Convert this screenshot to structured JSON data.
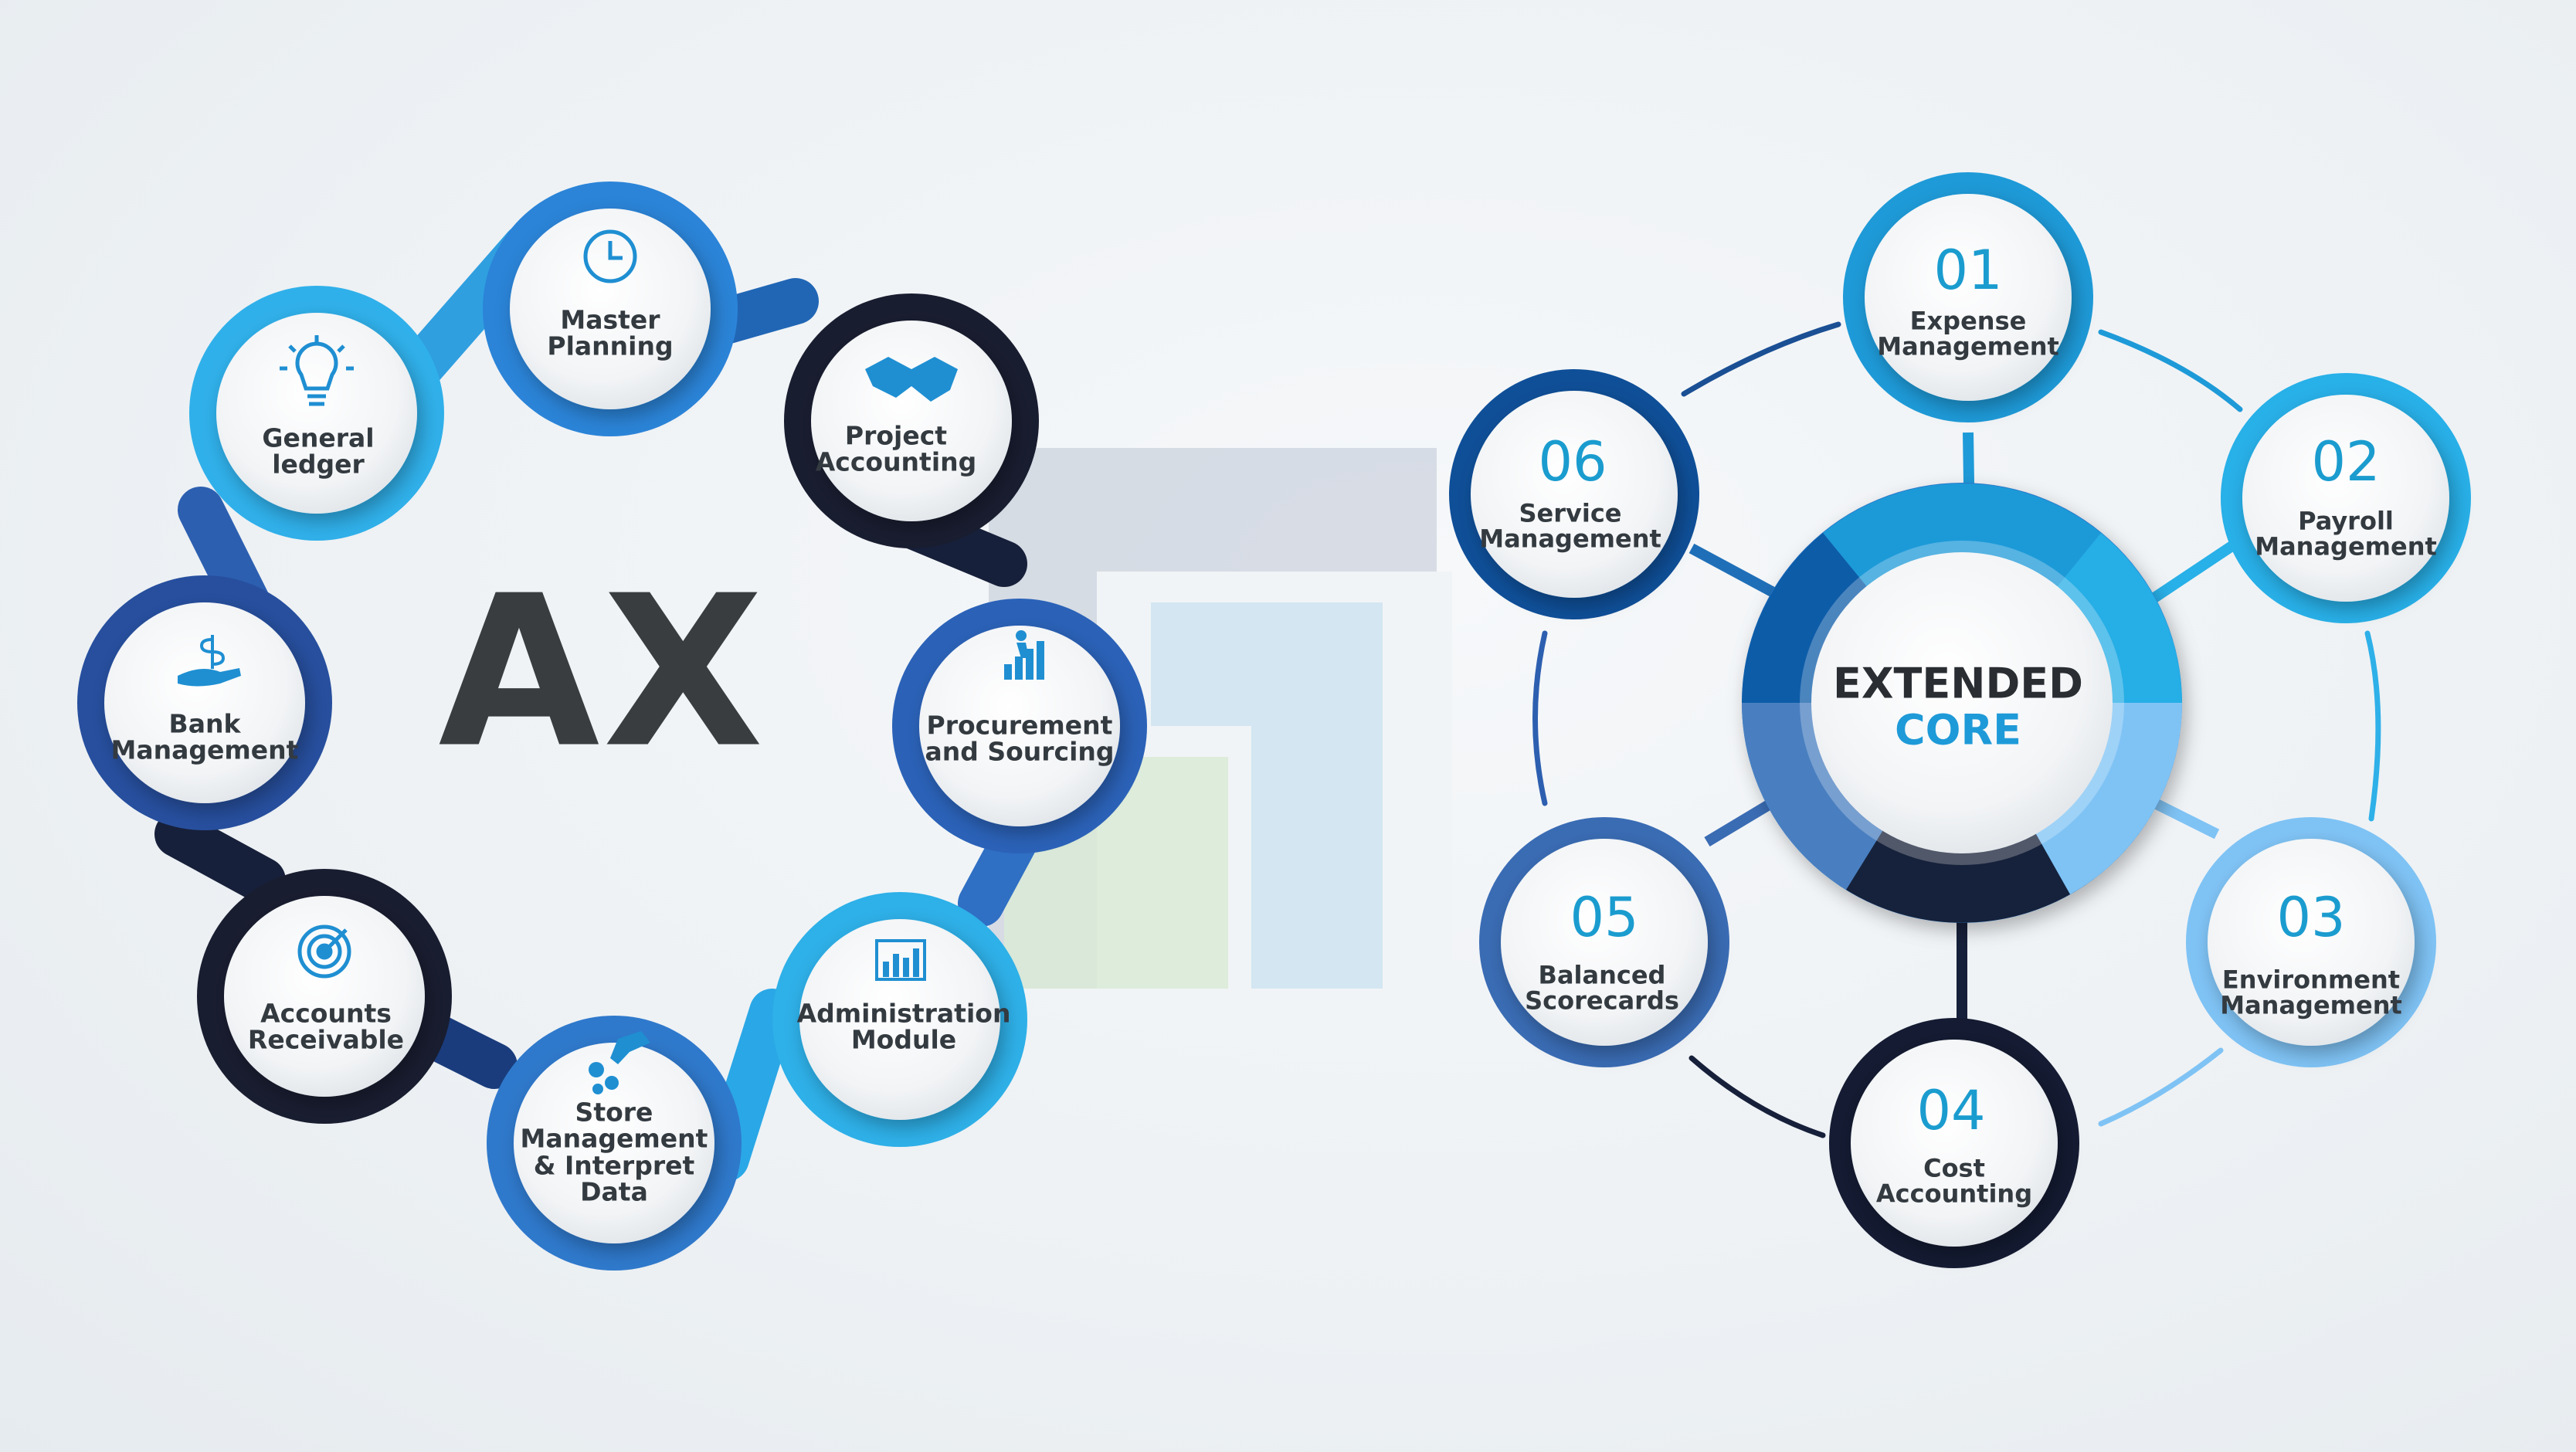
{
  "ax": {
    "title": "AX",
    "items": [
      {
        "label": "Master\nPlanning",
        "icon": "clock-icon"
      },
      {
        "label": "Project\nAccounting",
        "icon": "handshake-icon"
      },
      {
        "label": "Procurement\nand Sourcing",
        "icon": "climbing-stairs-icon"
      },
      {
        "label": "Administration\nModule",
        "icon": "bar-chart-icon"
      },
      {
        "label": "Store\nManagement\n& Interpret\nData",
        "icon": "robot-arm-gear-icon"
      },
      {
        "label": "Accounts\nReceivable",
        "icon": "target-icon"
      },
      {
        "label": "Bank\nManagement",
        "icon": "money-hand-icon"
      },
      {
        "label": "General\nledger",
        "icon": "lightbulb-icon"
      }
    ]
  },
  "core": {
    "title": "EXTENDED",
    "subtitle": "CORE",
    "items": [
      {
        "number": "01",
        "label": "Expense\nManagement"
      },
      {
        "number": "02",
        "label": "Payroll\nManagement"
      },
      {
        "number": "03",
        "label": "Environment\nManagement"
      },
      {
        "number": "04",
        "label": "Cost\nAccounting"
      },
      {
        "number": "05",
        "label": "Balanced\nScorecards"
      },
      {
        "number": "06",
        "label": "Service\nManagement"
      }
    ]
  },
  "colors": {
    "light_blue": "#2fb3ea",
    "mid_blue": "#2b7fd4",
    "royal_blue": "#2d5fb0",
    "dark_navy": "#17203a",
    "core_light": "#7fc3f5",
    "accent_text": "#1b9ccf"
  }
}
